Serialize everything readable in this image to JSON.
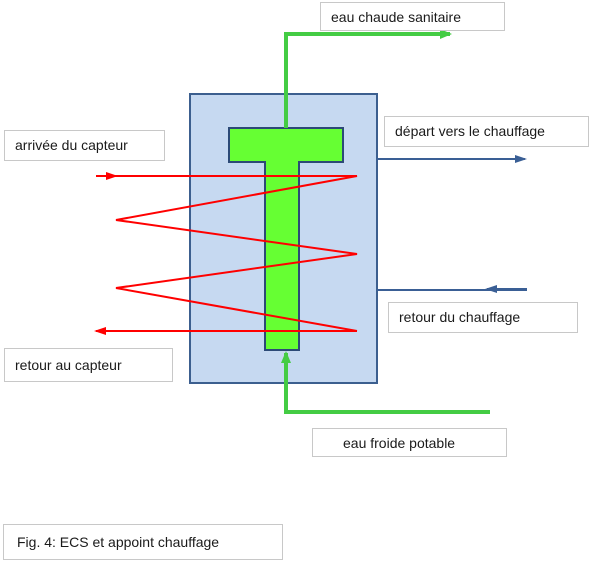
{
  "labels": {
    "hot_water": "eau chaude sanitaire",
    "collector_in": "arrivée du capteur",
    "heating_out": "départ vers le chauffage",
    "heating_return": "retour du chauffage",
    "collector_return": "retour au  capteur",
    "cold_water": "eau froide potable"
  },
  "caption": "Fig. 4:  ECS et appoint chauffage",
  "colors": {
    "tank_fill": "#c6d9f1",
    "tank_border": "#3c5f8f",
    "exchanger_fill": "#66ff33",
    "exchanger_border": "#2c4a77",
    "potable_water_line": "#44cc44",
    "solar_coil": "#ff0000",
    "heating_circuit": "#3a5f95"
  }
}
